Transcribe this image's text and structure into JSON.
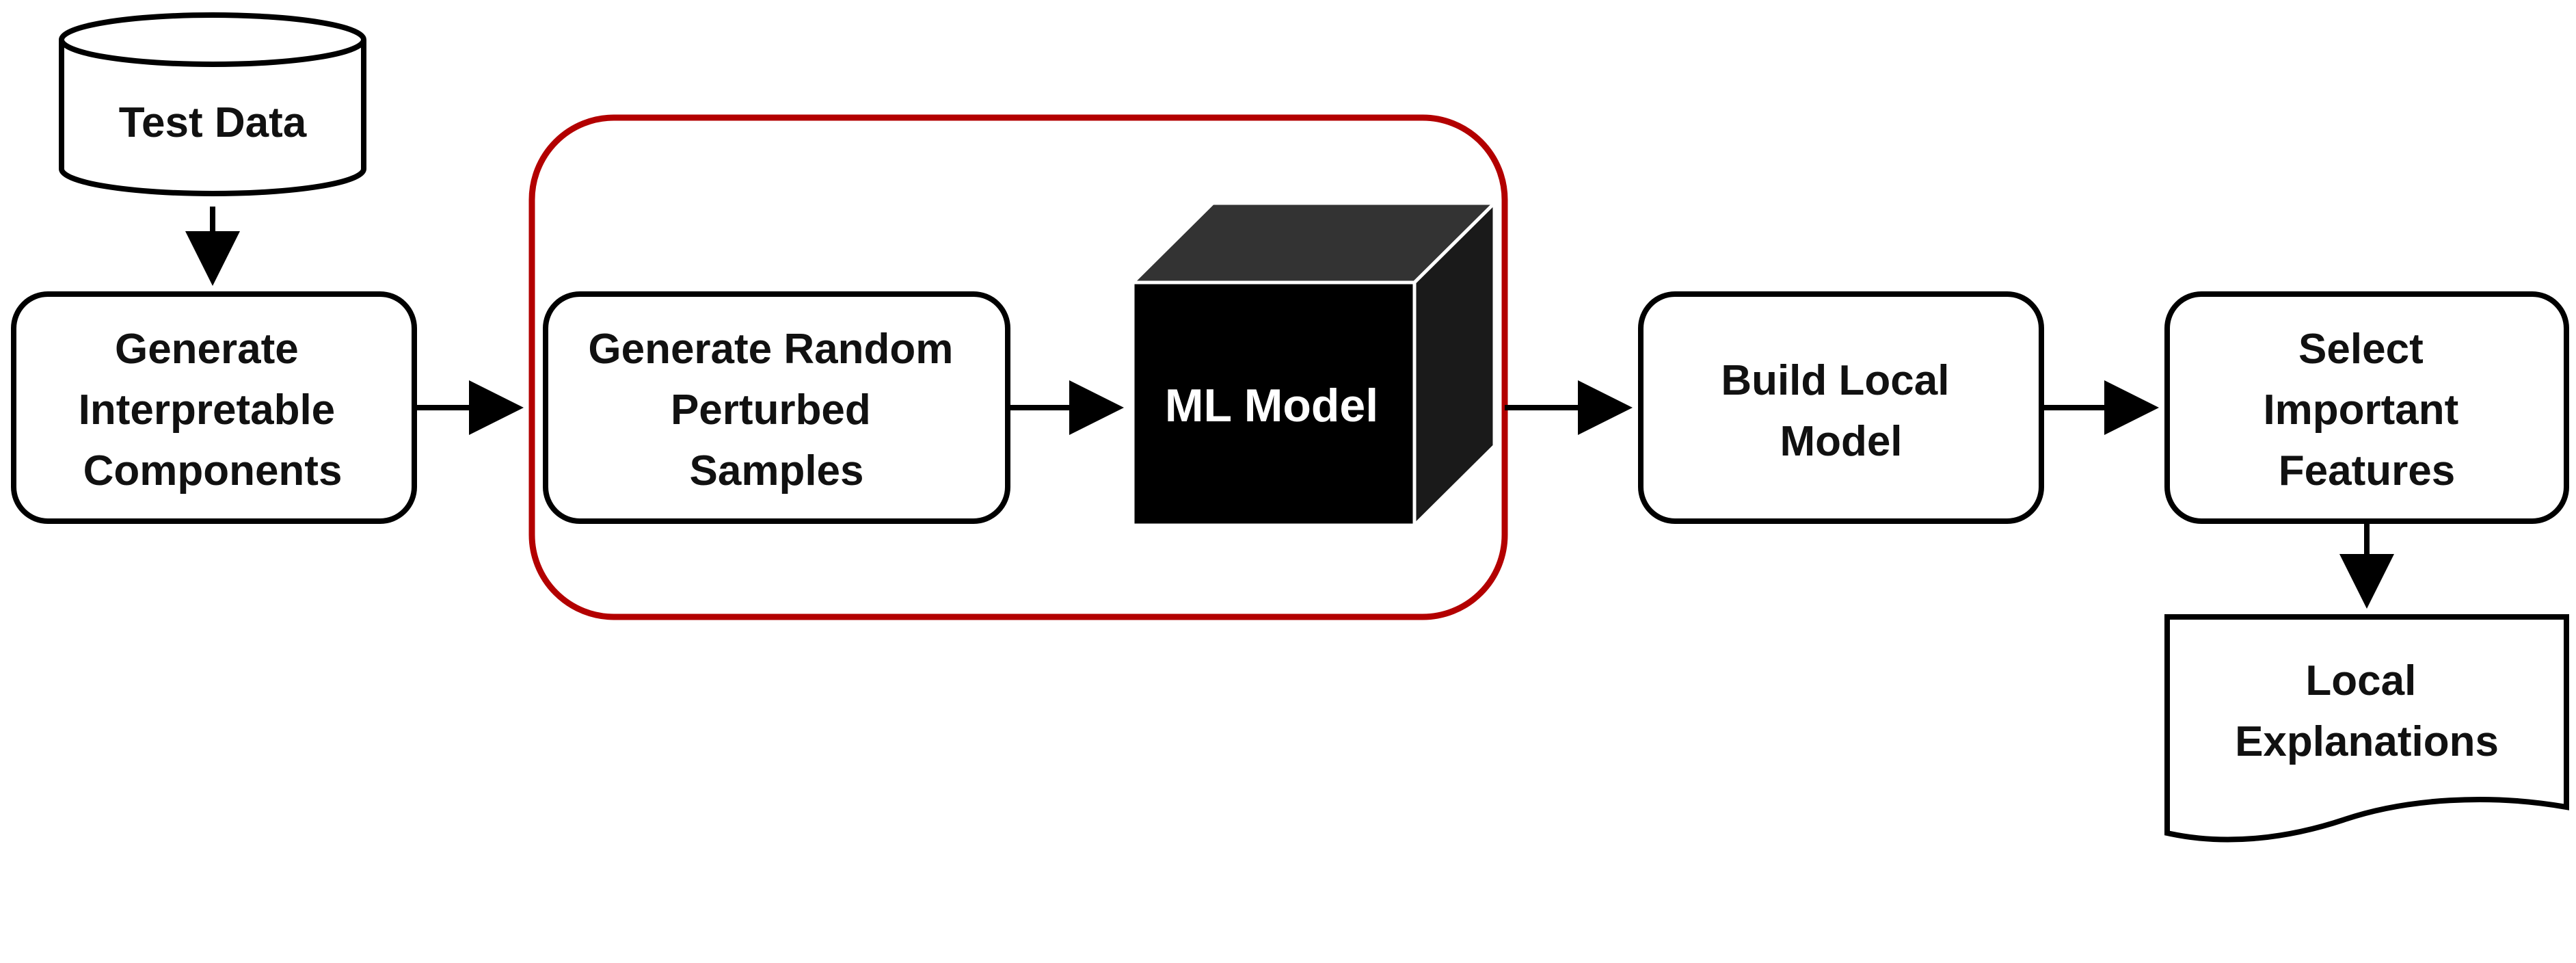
{
  "diagram": {
    "nodes": {
      "test_data": {
        "lines": [
          "Test Data"
        ]
      },
      "generate_interpretable": {
        "lines": [
          "Generate",
          "Interpretable",
          "Components"
        ]
      },
      "generate_random": {
        "lines": [
          "Generate Random",
          "Perturbed",
          "Samples"
        ]
      },
      "ml_model": {
        "lines": [
          "ML Model"
        ]
      },
      "build_local": {
        "lines": [
          "Build Local",
          "Model"
        ]
      },
      "select_features": {
        "lines": [
          "Select",
          "Important",
          "Features"
        ]
      },
      "local_explanations": {
        "lines": [
          "Local",
          "Explanations"
        ]
      }
    },
    "colors": {
      "highlight_border": "#b30000",
      "cube_front": "#000000",
      "cube_top": "#333333",
      "cube_side": "#1a1a1a",
      "node_border": "#000000"
    }
  }
}
